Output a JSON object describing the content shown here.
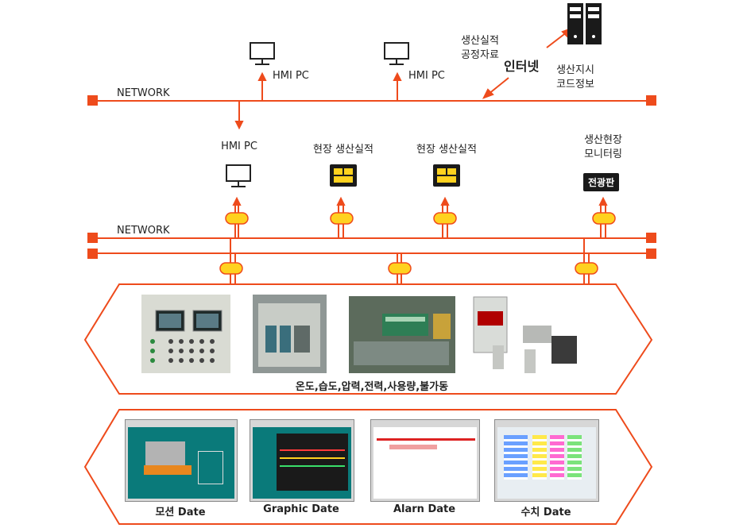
{
  "networks": [
    {
      "label": "NETWORK"
    },
    {
      "label": "NETWORK"
    }
  ],
  "top": {
    "hmi_pc_1": "HMI PC",
    "hmi_pc_2": "HMI PC",
    "report_text": [
      "생산실적",
      "공정자료"
    ],
    "internet": "인터넷",
    "server_text": [
      "생산지시",
      "코드정보"
    ]
  },
  "mid": {
    "hmi_pc": "HMI PC",
    "field_1": "현장 생산실적",
    "field_2": "현장 생산실적",
    "monitoring": [
      "생산현장",
      "모니터링"
    ],
    "board": "전광판"
  },
  "sensors_caption": "온도,습도,압력,전력,사용량,불가동",
  "screens": [
    {
      "caption": "모션 Date"
    },
    {
      "caption": "Graphic Date"
    },
    {
      "caption": "Alarn Date"
    },
    {
      "caption": "수치 Date"
    }
  ],
  "colors": {
    "network_line": "#ee4b1c",
    "connector": "#ffd21f"
  }
}
